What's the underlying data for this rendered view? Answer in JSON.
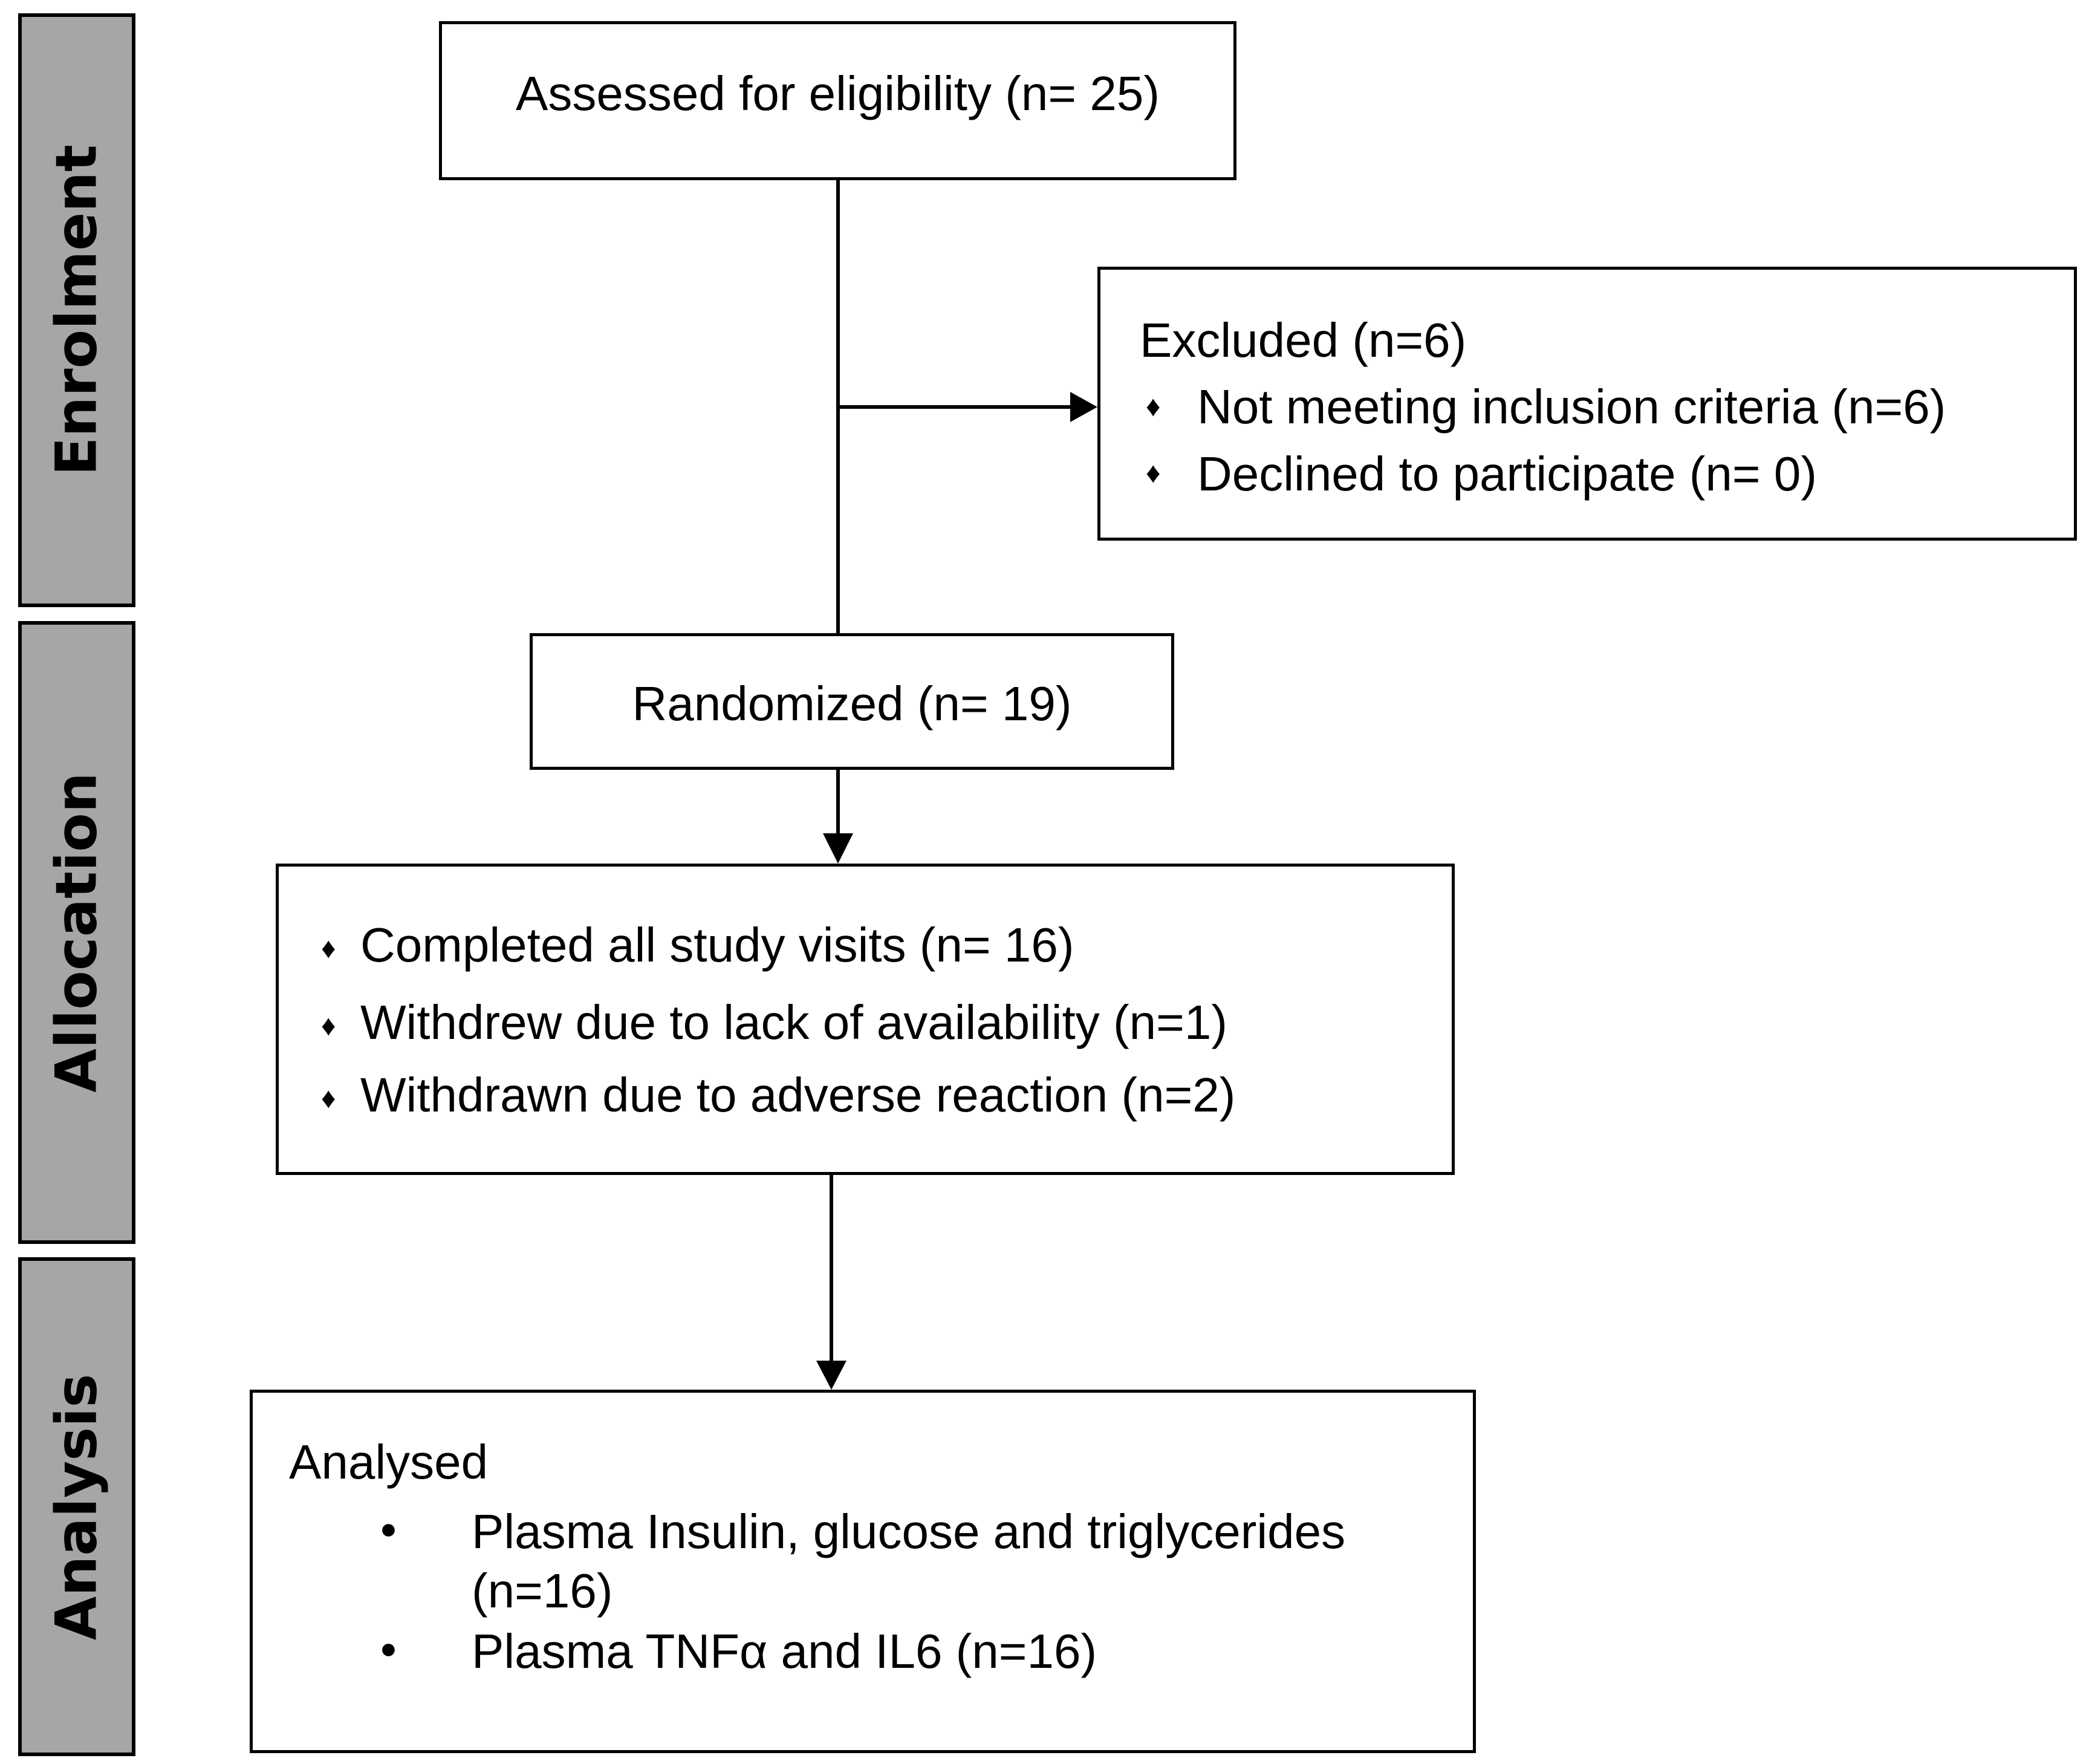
{
  "stages": {
    "enrolment": "Enrolment",
    "allocation": "Allocation",
    "analysis": "Analysis"
  },
  "boxes": {
    "assessed": "Assessed for eligibility (n= 25)",
    "excluded": {
      "title": "Excluded (n=6)",
      "items": [
        "Not meeting inclusion criteria (n=6)",
        "Declined to participate (n= 0)"
      ]
    },
    "randomized": "Randomized (n= 19)",
    "allocation": {
      "items": [
        "Completed all study visits (n= 16)",
        "Withdrew due to lack of availability (n=1)",
        "Withdrawn due to adverse reaction (n=2)"
      ]
    },
    "analysed": {
      "title": "Analysed",
      "items": [
        {
          "line1": "Plasma Insulin, glucose and triglycerides",
          "line2": "(n=16)"
        },
        {
          "line1": "Plasma TNFα and IL6 (n=16)"
        }
      ]
    }
  },
  "glyphs": {
    "diamond": "♦",
    "circle": "●"
  }
}
